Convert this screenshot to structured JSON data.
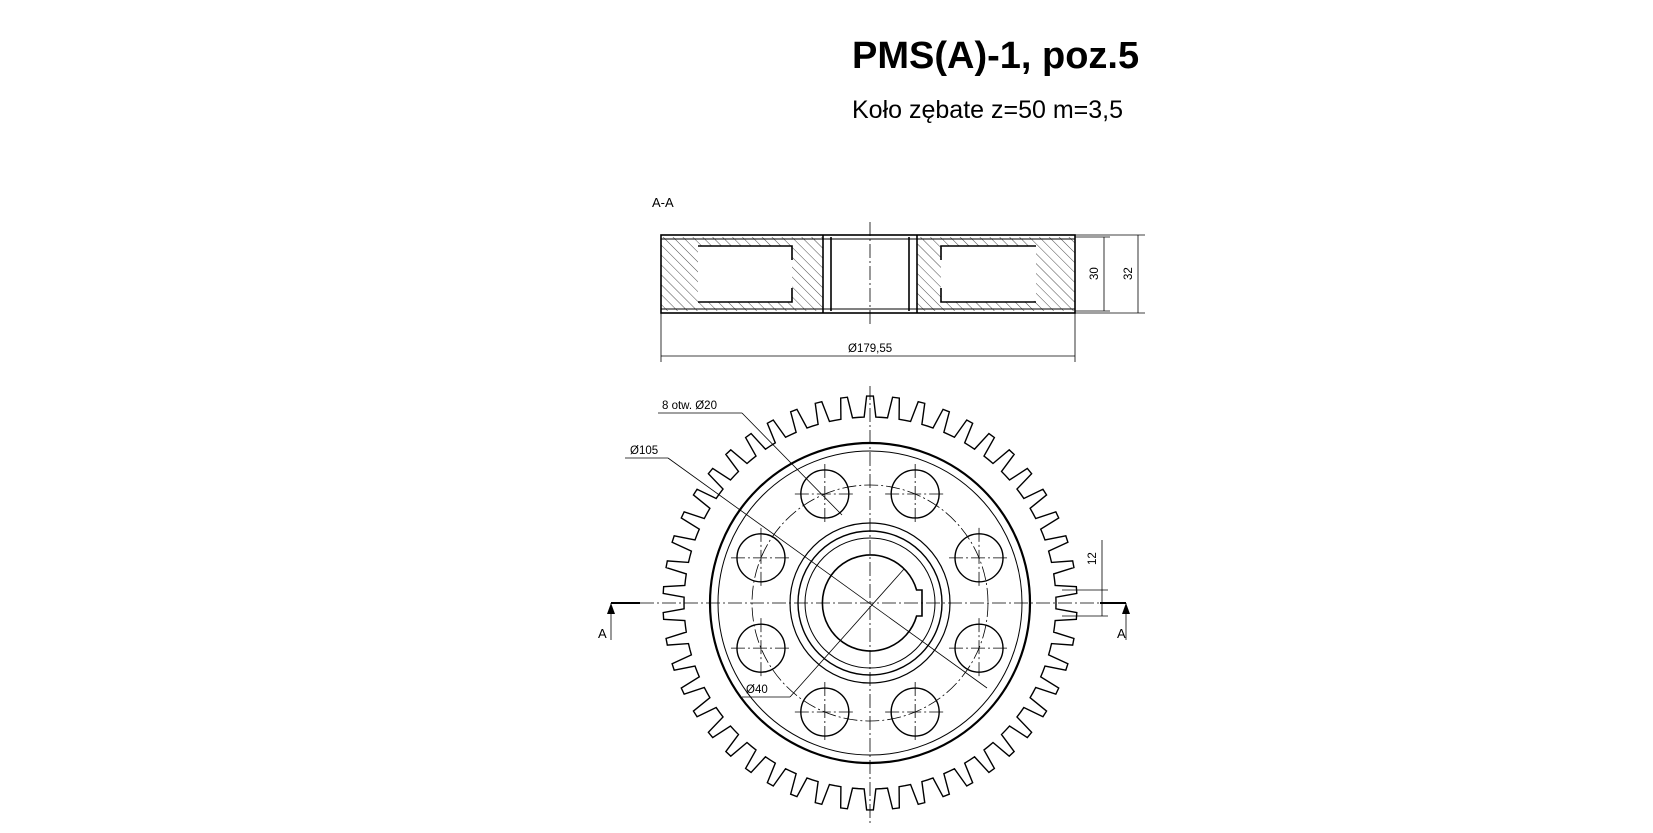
{
  "title": "PMS(A)-1, poz.5",
  "subtitle": "Koło zębate z=50  m=3,5",
  "section": {
    "label": "A-A",
    "cut_mark": "A"
  },
  "dimensions": {
    "outer_diameter": "Ø179,55",
    "height_inner": "30",
    "height_outer": "32",
    "holes": "8  otw.  Ø20",
    "bolt_circle": "Ø105",
    "bore": "Ø40",
    "keyway": "12"
  },
  "gear": {
    "teeth": 50,
    "holes": 8
  }
}
